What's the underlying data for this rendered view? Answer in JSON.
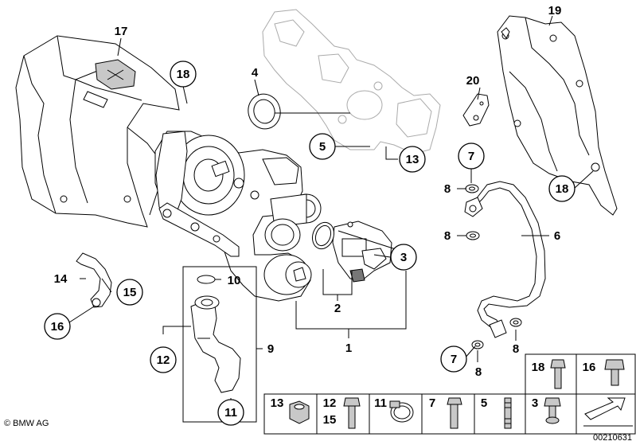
{
  "callouts": {
    "c1": "1",
    "c2": "2",
    "c3": "3",
    "c4": "4",
    "c5": "5",
    "c6": "6",
    "c7a": "7",
    "c7b": "7",
    "c8a": "8",
    "c8b": "8",
    "c8c": "8",
    "c8d": "8",
    "c9": "9",
    "c10": "10",
    "c11": "11",
    "c12": "12",
    "c13": "13",
    "c14": "14",
    "c15": "15",
    "c16": "16",
    "c17": "17",
    "c18a": "18",
    "c18b": "18",
    "c19": "19",
    "c20": "20"
  },
  "legend": {
    "t18": "18",
    "t16": "16",
    "b13": "13",
    "b12": "12",
    "b15": "15",
    "b11": "11",
    "b7": "7",
    "b5": "5",
    "b3": "3"
  },
  "footer": {
    "copyright": "© BMW AG",
    "code": "00210631"
  },
  "icons": [
    "arrow-icon"
  ]
}
